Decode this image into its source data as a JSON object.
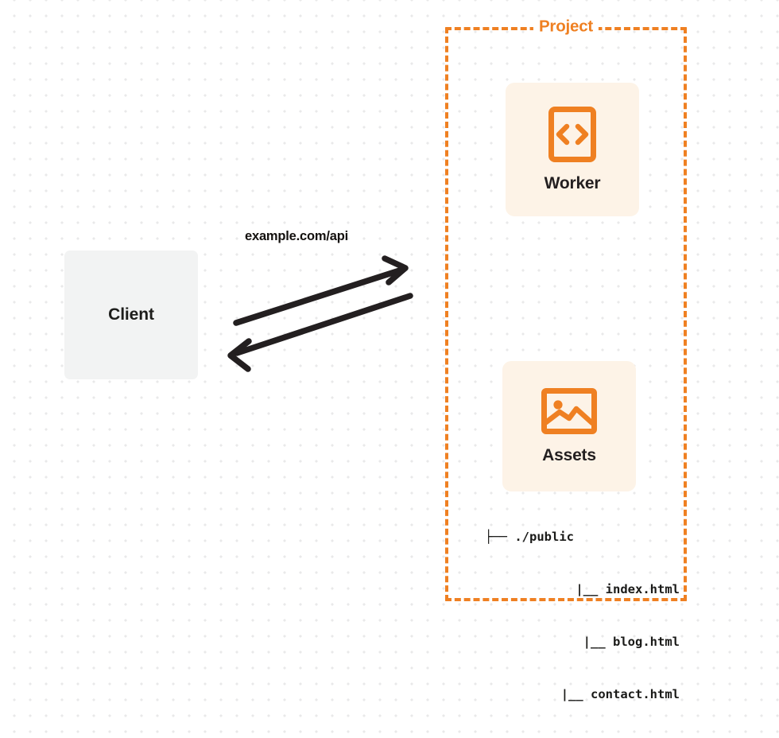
{
  "diagram": {
    "title": "Project",
    "background": {
      "grid": "dot-grid",
      "dot_color": "#e9e9ea",
      "page_color": "#ffffff"
    },
    "colors": {
      "accent_orange": "#ef8022",
      "card_background": "#fdf3e7",
      "client_background": "#f2f3f3",
      "text_dark": "#1d1d1b"
    }
  },
  "client": {
    "label": "Client"
  },
  "connection": {
    "label": "example.com/api",
    "request_direction": "client-to-project",
    "response_direction": "project-to-client"
  },
  "project": {
    "label": "Project",
    "services": [
      {
        "label": "Worker",
        "icon": "code-brackets-icon"
      },
      {
        "label": "Assets",
        "icon": "image-icon"
      }
    ],
    "file_tree": [
      {
        "connector": "├──",
        "name": "./public",
        "level": 0
      },
      {
        "connector": "|__",
        "name": "index.html",
        "level": 1
      },
      {
        "connector": "|__",
        "name": "blog.html",
        "level": 1
      },
      {
        "connector": "|__",
        "name": "contact.html",
        "level": 1
      }
    ]
  }
}
